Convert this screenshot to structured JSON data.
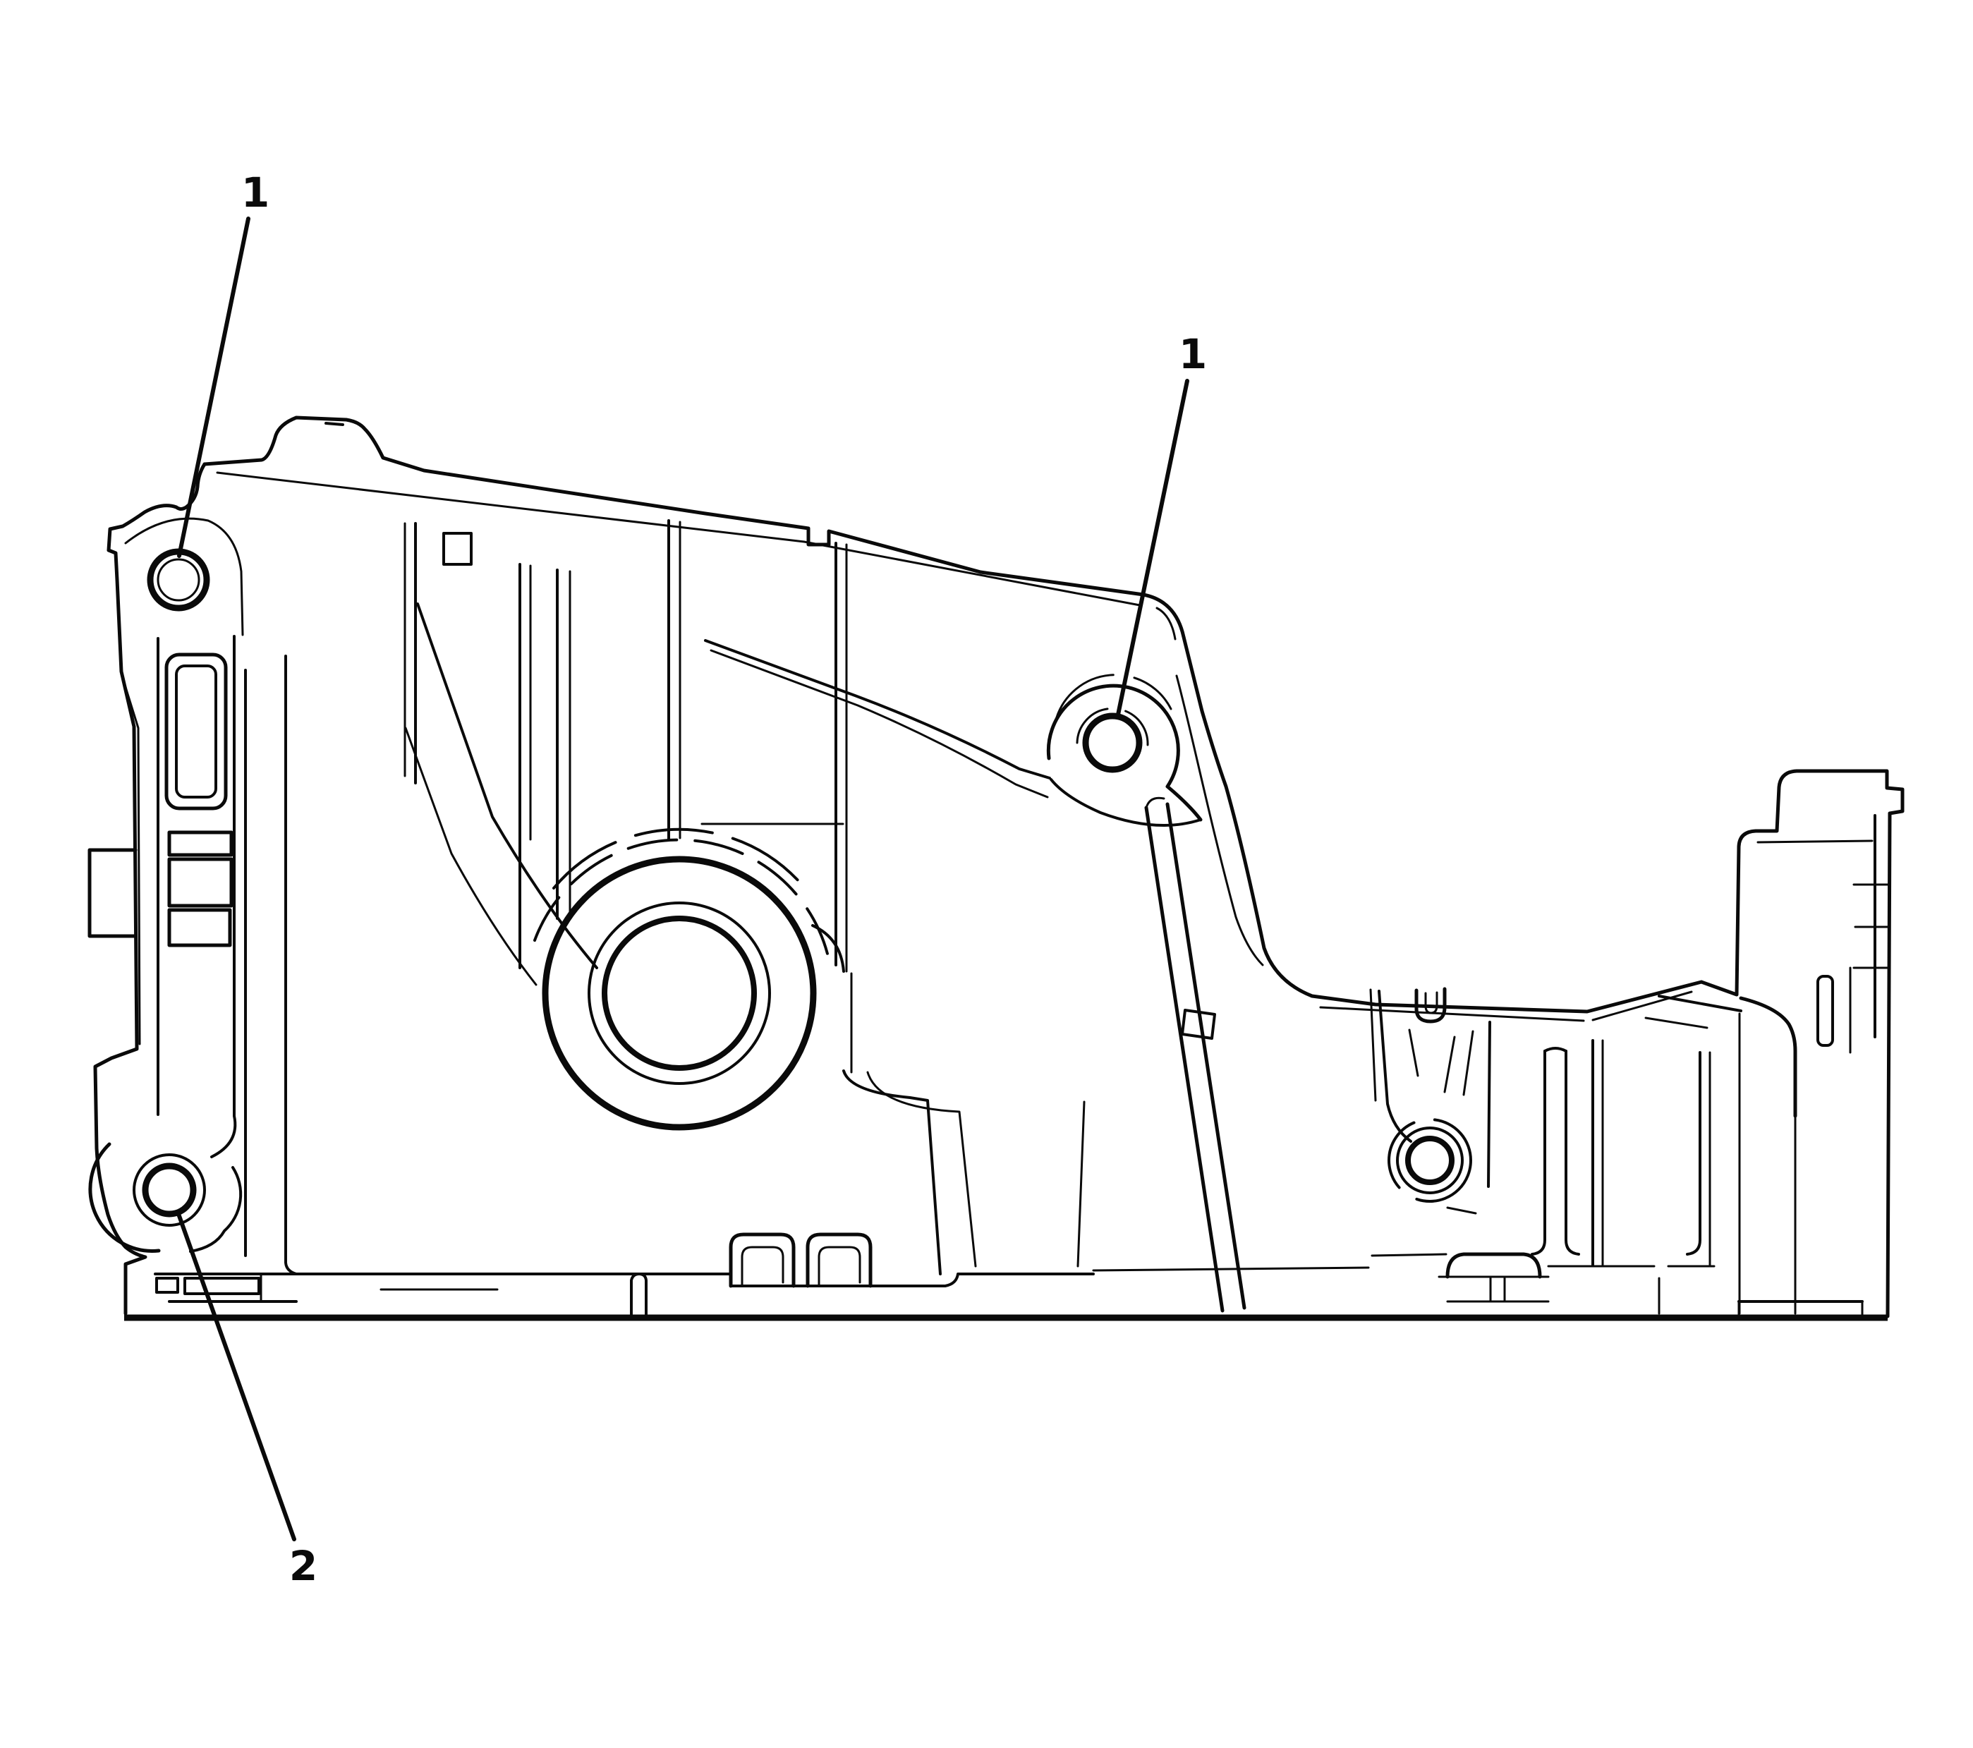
{
  "figure": {
    "background_color": "#ffffff",
    "line_color": "#0a0a0a",
    "kind": "technical-line-illustration",
    "subject": "engine-oil-pan-side-view",
    "callouts": [
      {
        "id": "callout-1-left",
        "label": "1"
      },
      {
        "id": "callout-1-right",
        "label": "1"
      },
      {
        "id": "callout-2",
        "label": "2"
      }
    ]
  }
}
